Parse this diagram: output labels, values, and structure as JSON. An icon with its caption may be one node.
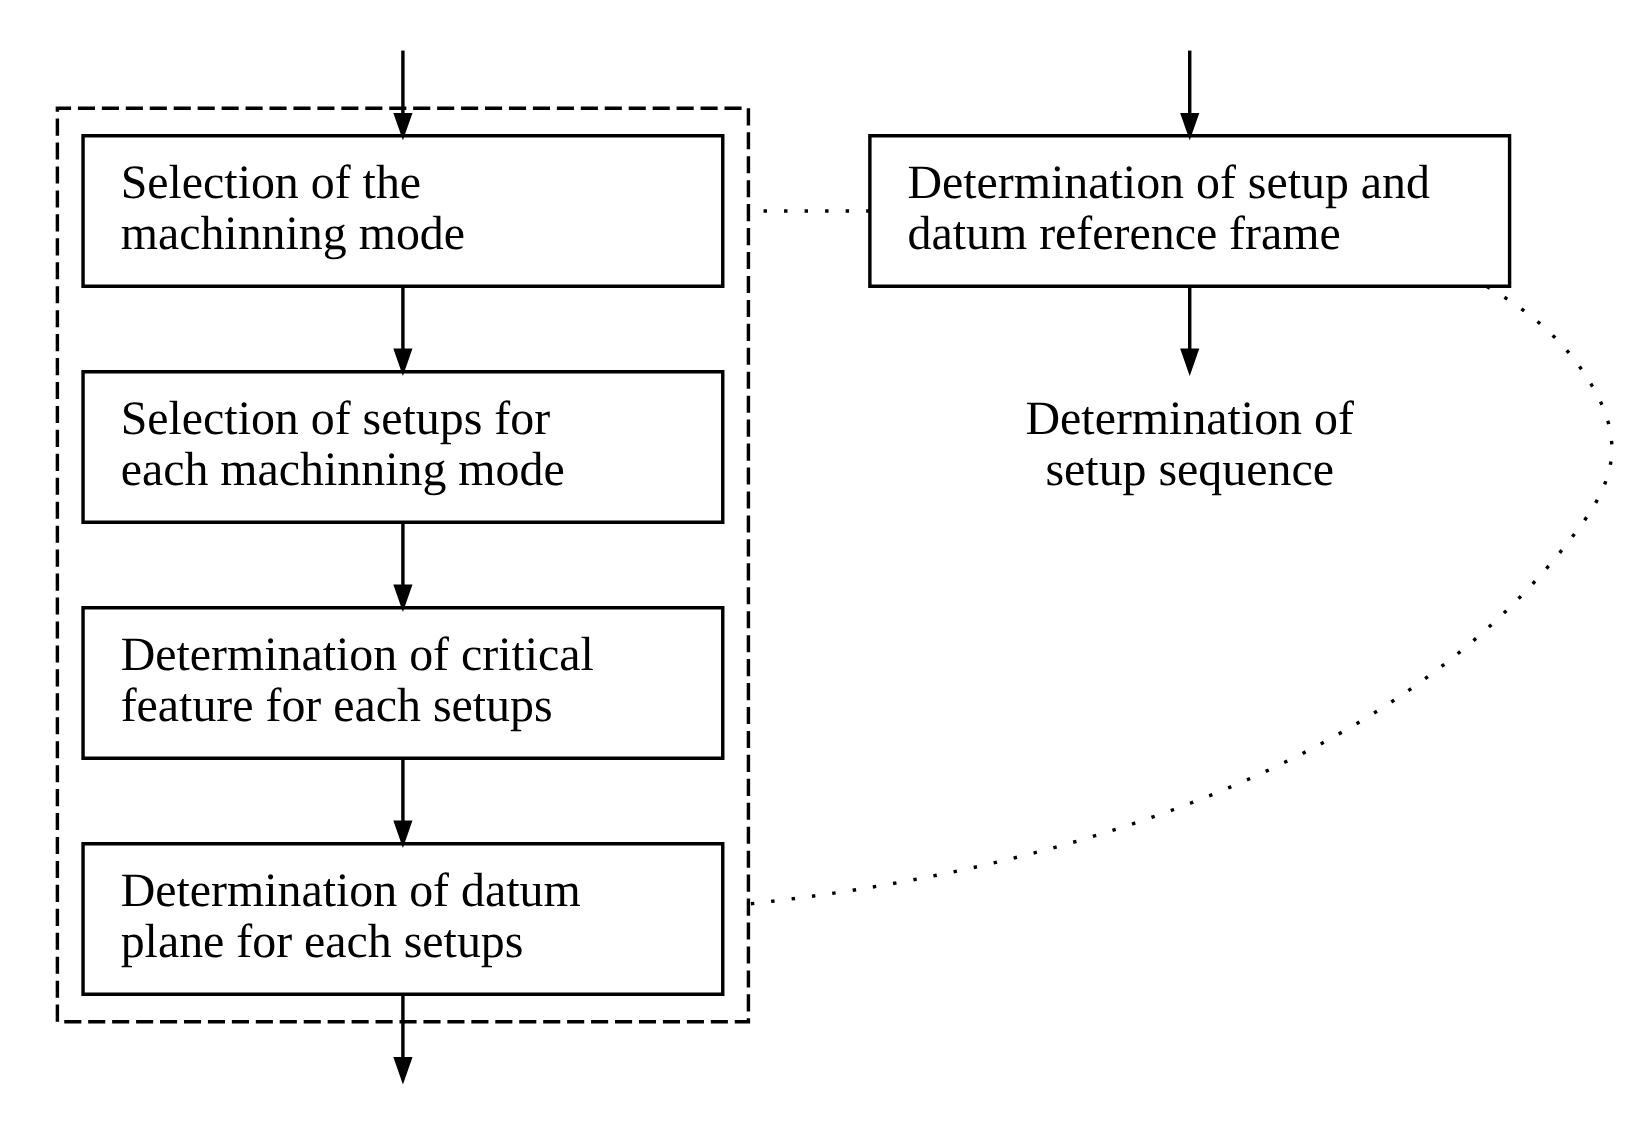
{
  "diagram": {
    "nodes": [
      {
        "text": [
          "Determination of setup and datum reference frame"
        ]
      },
      {
        "text": [
          "Determination of setup sequence"
        ]
      },
      {
        "text": [],
        "shape": "box"
      },
      {
        "text": [
          "Selection of the machinning mode"
        ],
        "in": 2
      },
      {
        "text": [
          "Selection of setups for each machinning mode"
        ],
        "in": 2
      },
      {
        "text": [
          "Determination of critical feature for each setups"
        ],
        "in": 2
      },
      {
        "text": [
          "Determination of datum plane for each setups"
        ],
        "in": 2
      }
    ],
    "edges": [
      {
        "from": null,
        "to": 0,
        "arrow": "to"
      },
      {
        "from": 0,
        "to": 1,
        "arrow": "to"
      },
      {
        "from": 0,
        "to": 2,
        "arrow": "none",
        "style": "dashed"
      },
      {
        "from": 0,
        "to": 2,
        "arrow": "none",
        "style": "dashed"
      },
      {
        "from": null,
        "to": 3,
        "arrow": "to"
      },
      {
        "from": 3,
        "to": 4,
        "arrow": "to"
      },
      {
        "from": 4,
        "to": 5,
        "arrow": "to"
      },
      {
        "from": 5,
        "to": 6,
        "arrow": "to"
      },
      {
        "from": 6,
        "to": null,
        "arrow": "to"
      }
    ]
  }
}
